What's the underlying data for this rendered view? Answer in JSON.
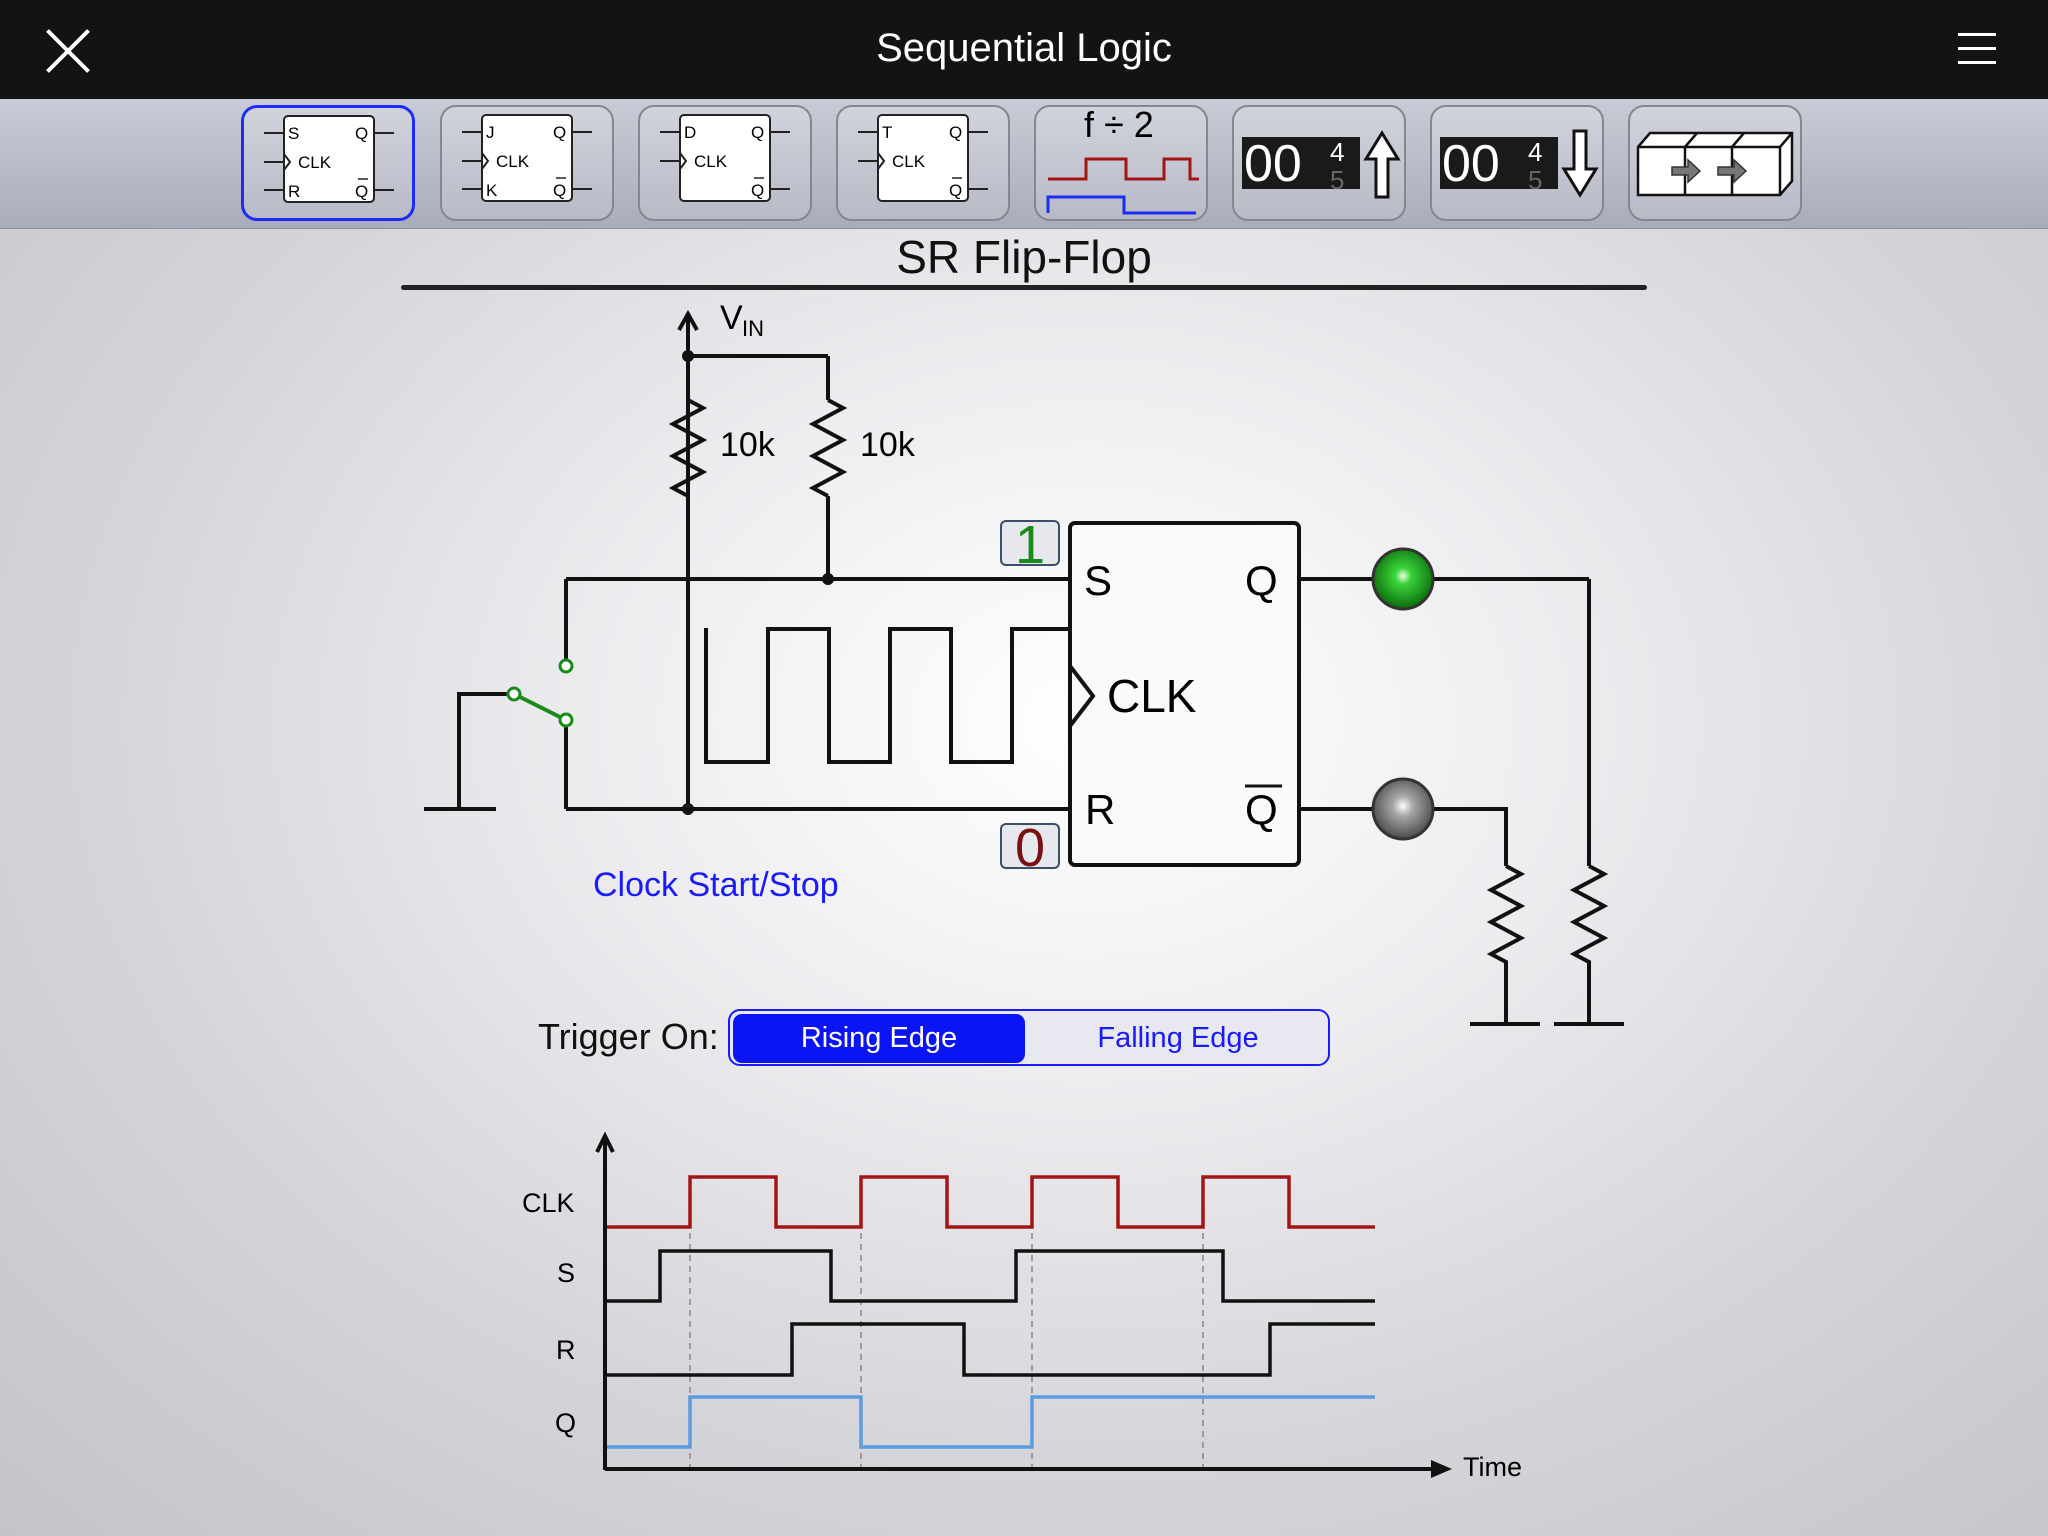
{
  "window": {
    "title": "Sequential Logic"
  },
  "toolbar": {
    "sr": {
      "top_left": "S",
      "top_right": "Q",
      "mid": "CLK",
      "bot_left": "R",
      "bot_right": "Q"
    },
    "jk": {
      "top_left": "J",
      "top_right": "Q",
      "mid": "CLK",
      "bot_left": "K",
      "bot_right": "Q"
    },
    "d": {
      "top_left": "D",
      "top_right": "Q",
      "mid": "CLK",
      "bot_right": "Q"
    },
    "t": {
      "top_left": "T",
      "top_right": "Q",
      "mid": "CLK",
      "bot_right": "Q"
    },
    "divider": {
      "label": "f ÷ 2"
    },
    "counter_up": {
      "digits": "00",
      "roll_top": "4",
      "roll_bot": "5"
    },
    "counter_down": {
      "digits": "00",
      "roll_top": "4",
      "roll_bot": "5"
    }
  },
  "main": {
    "heading": "SR Flip-Flop",
    "vin_label": "V",
    "vin_sub": "IN",
    "resistor1": "10k",
    "resistor2": "10k",
    "s_value": "1",
    "r_value": "0",
    "ff": {
      "s": "S",
      "clk": "CLK",
      "r": "R",
      "q": "Q",
      "qbar": "Q"
    },
    "clock_link": "Clock Start/Stop",
    "trigger_label": "Trigger On:",
    "trigger_options": [
      "Rising Edge",
      "Falling Edge"
    ],
    "trigger_selected": "Rising Edge",
    "q_led": "on",
    "qbar_led": "off"
  },
  "timing": {
    "signals": [
      "CLK",
      "S",
      "R",
      "Q"
    ],
    "x_label": "Time"
  },
  "colors": {
    "accent": "#1a1aff",
    "clk": "#a31515",
    "q": "#5b9bdf",
    "led_on": "#1fa81f",
    "led_off": "#8c8c8c"
  }
}
